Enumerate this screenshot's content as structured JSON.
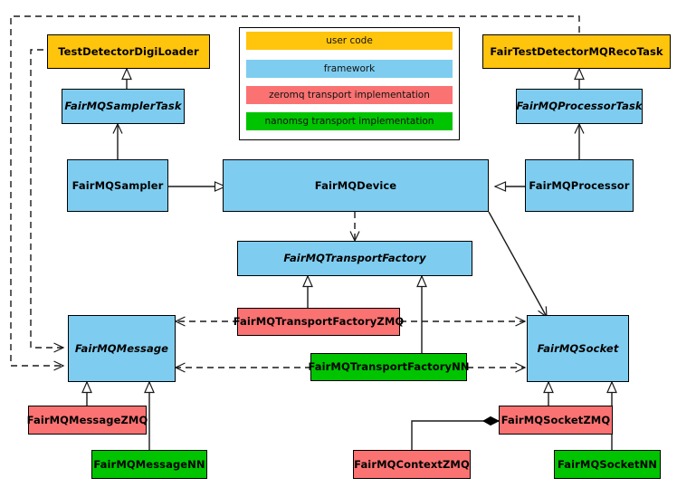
{
  "diagram": {
    "title": "FairMQ class diagram",
    "colors": {
      "user_code": "#FFC40C",
      "framework": "#7ECDF0",
      "zeromq": "#FA7272",
      "nanomsg": "#00C400",
      "line": "#1a1a1a",
      "background": "#FFFFFF"
    },
    "legend": {
      "items": [
        {
          "label": "user code",
          "color_key": "user_code"
        },
        {
          "label": "framework",
          "color_key": "framework"
        },
        {
          "label": "zeromq transport implementation",
          "color_key": "zeromq"
        },
        {
          "label": "nanomsg transport implementation",
          "color_key": "nanomsg"
        }
      ]
    },
    "nodes": [
      {
        "id": "TestDetectorDigiLoader",
        "label": "TestDetectorDigiLoader",
        "category": "user code",
        "abstract": false
      },
      {
        "id": "FairTestDetectorMQRecoTask",
        "label": "FairTestDetectorMQRecoTask",
        "category": "user code",
        "abstract": false
      },
      {
        "id": "FairMQSamplerTask",
        "label": "FairMQSamplerTask",
        "category": "framework",
        "abstract": true
      },
      {
        "id": "FairMQProcessorTask",
        "label": "FairMQProcessorTask",
        "category": "framework",
        "abstract": true
      },
      {
        "id": "FairMQSampler",
        "label": "FairMQSampler",
        "category": "framework",
        "abstract": false
      },
      {
        "id": "FairMQDevice",
        "label": "FairMQDevice",
        "category": "framework",
        "abstract": false
      },
      {
        "id": "FairMQProcessor",
        "label": "FairMQProcessor",
        "category": "framework",
        "abstract": false
      },
      {
        "id": "FairMQTransportFactory",
        "label": "FairMQTransportFactory",
        "category": "framework",
        "abstract": true
      },
      {
        "id": "FairMQTransportFactoryZMQ",
        "label": "FairMQTransportFactoryZMQ",
        "category": "zeromq",
        "abstract": false
      },
      {
        "id": "FairMQTransportFactoryNN",
        "label": "FairMQTransportFactoryNN",
        "category": "nanomsg",
        "abstract": false
      },
      {
        "id": "FairMQMessage",
        "label": "FairMQMessage",
        "category": "framework",
        "abstract": true
      },
      {
        "id": "FairMQSocket",
        "label": "FairMQSocket",
        "category": "framework",
        "abstract": true
      },
      {
        "id": "FairMQMessageZMQ",
        "label": "FairMQMessageZMQ",
        "category": "zeromq",
        "abstract": false
      },
      {
        "id": "FairMQMessageNN",
        "label": "FairMQMessageNN",
        "category": "nanomsg",
        "abstract": false
      },
      {
        "id": "FairMQSocketZMQ",
        "label": "FairMQSocketZMQ",
        "category": "zeromq",
        "abstract": false
      },
      {
        "id": "FairMQSocketNN",
        "label": "FairMQSocketNN",
        "category": "nanomsg",
        "abstract": false
      },
      {
        "id": "FairMQContextZMQ",
        "label": "FairMQContextZMQ",
        "category": "zeromq",
        "abstract": false
      }
    ],
    "edges": [
      {
        "from": "TestDetectorDigiLoader",
        "to": "FairMQSamplerTask",
        "type": "generalization"
      },
      {
        "from": "FairTestDetectorMQRecoTask",
        "to": "FairMQProcessorTask",
        "type": "generalization"
      },
      {
        "from": "FairMQSampler",
        "to": "FairMQSamplerTask",
        "type": "association"
      },
      {
        "from": "FairMQProcessor",
        "to": "FairMQProcessorTask",
        "type": "association"
      },
      {
        "from": "FairMQSampler",
        "to": "FairMQDevice",
        "type": "generalization"
      },
      {
        "from": "FairMQProcessor",
        "to": "FairMQDevice",
        "type": "generalization"
      },
      {
        "from": "FairMQDevice",
        "to": "FairMQTransportFactory",
        "type": "dependency"
      },
      {
        "from": "FairMQDevice",
        "to": "FairMQSocket",
        "type": "association"
      },
      {
        "from": "FairMQTransportFactoryZMQ",
        "to": "FairMQTransportFactory",
        "type": "generalization"
      },
      {
        "from": "FairMQTransportFactoryNN",
        "to": "FairMQTransportFactory",
        "type": "generalization"
      },
      {
        "from": "FairMQTransportFactoryZMQ",
        "to": "FairMQMessage",
        "type": "dependency"
      },
      {
        "from": "FairMQTransportFactoryZMQ",
        "to": "FairMQSocket",
        "type": "dependency"
      },
      {
        "from": "FairMQTransportFactoryNN",
        "to": "FairMQMessage",
        "type": "dependency"
      },
      {
        "from": "FairMQTransportFactoryNN",
        "to": "FairMQSocket",
        "type": "dependency"
      },
      {
        "from": "TestDetectorDigiLoader",
        "to": "FairMQMessage",
        "type": "dependency"
      },
      {
        "from": "FairTestDetectorMQRecoTask",
        "to": "FairMQMessage",
        "type": "dependency"
      },
      {
        "from": "FairMQMessageZMQ",
        "to": "FairMQMessage",
        "type": "generalization"
      },
      {
        "from": "FairMQMessageNN",
        "to": "FairMQMessage",
        "type": "generalization"
      },
      {
        "from": "FairMQSocketZMQ",
        "to": "FairMQSocket",
        "type": "generalization"
      },
      {
        "from": "FairMQSocketNN",
        "to": "FairMQSocket",
        "type": "generalization"
      },
      {
        "from": "FairMQContextZMQ",
        "to": "FairMQSocketZMQ",
        "type": "composition"
      }
    ]
  }
}
